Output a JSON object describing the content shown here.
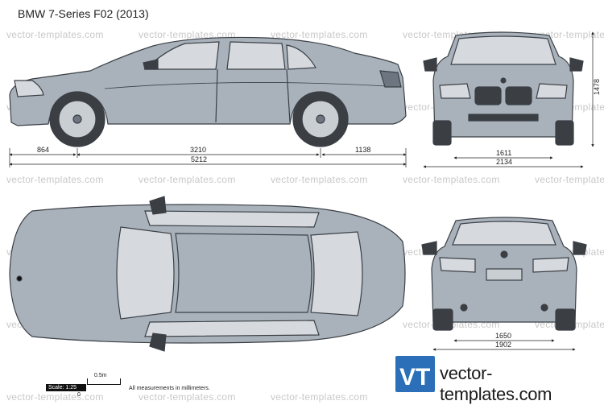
{
  "title": "BMW 7-Series F02 (2013)",
  "watermark": "vector-templates.com",
  "dimensions": {
    "front_overhang": "864",
    "wheelbase": "3210",
    "rear_overhang": "1138",
    "length": "5212",
    "height": "1478",
    "front_track": "1611",
    "width_front": "2134",
    "rear_track": "1650",
    "width_rear": "1902"
  },
  "scale": {
    "label": "Scale: 1:25",
    "half_meter": "0.5m",
    "zero": "0",
    "note": "All measurements in millimeters."
  },
  "logo": {
    "text": "vector-templates.com",
    "mark": "VT"
  },
  "colors": {
    "car_body": "#a9b2bb",
    "glass": "#d6dadf",
    "outline": "#3a3f45",
    "logo_blue": "#2a6fb8"
  }
}
